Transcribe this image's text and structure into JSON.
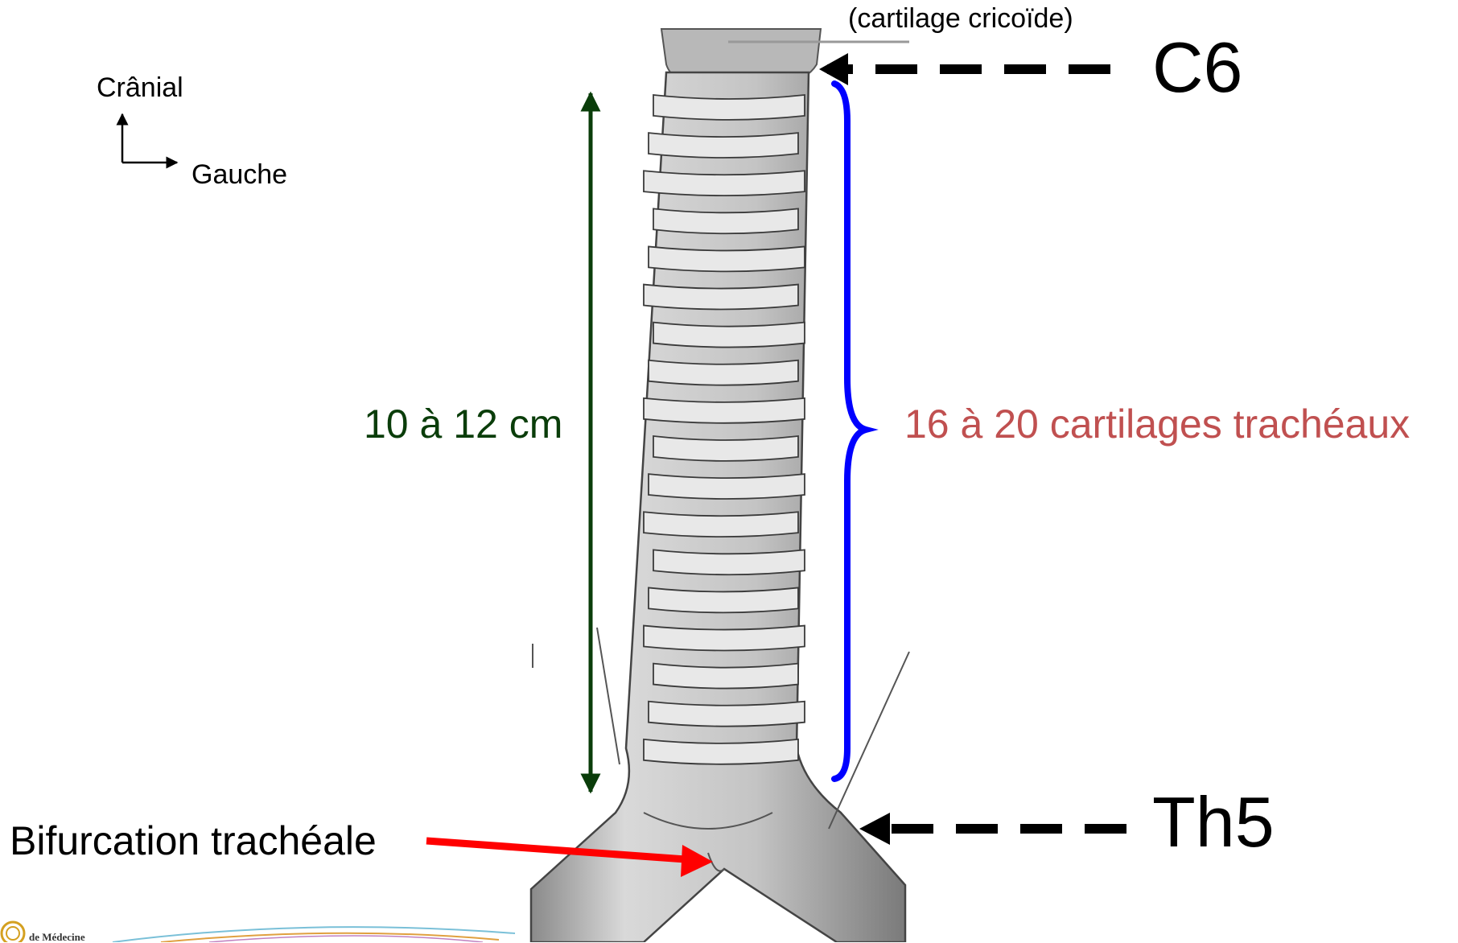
{
  "orientation": {
    "up_label": "Crânial",
    "right_label": "Gauche"
  },
  "cricoid_label": "(cartilage cricoïde)",
  "upper_level": "C6",
  "lower_level": "Th5",
  "length_label": "10 à 12 cm",
  "cartilage_count_label": "16 à 20 cartilages trachéaux",
  "bifurcation_label": "Bifurcation trachéale",
  "logo_text": "de Médecine",
  "colors": {
    "length_arrow": "#0a3d0a",
    "brace": "#0000ff",
    "cartilage_label": "#c05050",
    "bifurcation_arrow": "#ff0000",
    "level_arrows": "#000000"
  }
}
